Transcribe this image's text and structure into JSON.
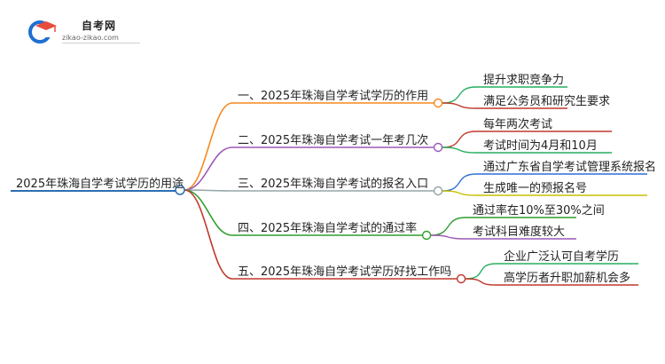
{
  "logo": {
    "title": "自考网",
    "url": "zikao-zikao.com"
  },
  "colors": {
    "root_line": "#2c6fb4",
    "branch": [
      "#f5891f",
      "#9b59b6",
      "#95a5a6",
      "#2e9e2e",
      "#c0392b"
    ],
    "leaf": [
      "#27ae60",
      "#c0392b",
      "#c0392b",
      "#27ae60",
      "#2e6fd6",
      "#c9c000",
      "#2e9e2e",
      "#9b59b6",
      "#27ae60",
      "#c0392b"
    ]
  },
  "mindmap": {
    "root": "2025年珠海自学考试学历的用途",
    "branches": [
      {
        "label": "一、2025年珠海自学考试学历的作用",
        "children": [
          "提升求职竞争力",
          "满足公务员和研究生要求"
        ]
      },
      {
        "label": "二、2025年珠海自学考试一年考几次",
        "children": [
          "每年两次考试",
          "考试时间为4月和10月"
        ]
      },
      {
        "label": "三、2025年珠海自学考试的报名入口",
        "children": [
          "通过广东省自学考试管理系统报名",
          "生成唯一的预报名号"
        ]
      },
      {
        "label": "四、2025年珠海自学考试的通过率",
        "children": [
          "通过率在10%至30%之间",
          "考试科目难度较大"
        ]
      },
      {
        "label": "五、2025年珠海自学考试学历好找工作吗",
        "children": [
          "企业广泛认可自考学历",
          "高学历者升职加薪机会多"
        ]
      }
    ]
  }
}
